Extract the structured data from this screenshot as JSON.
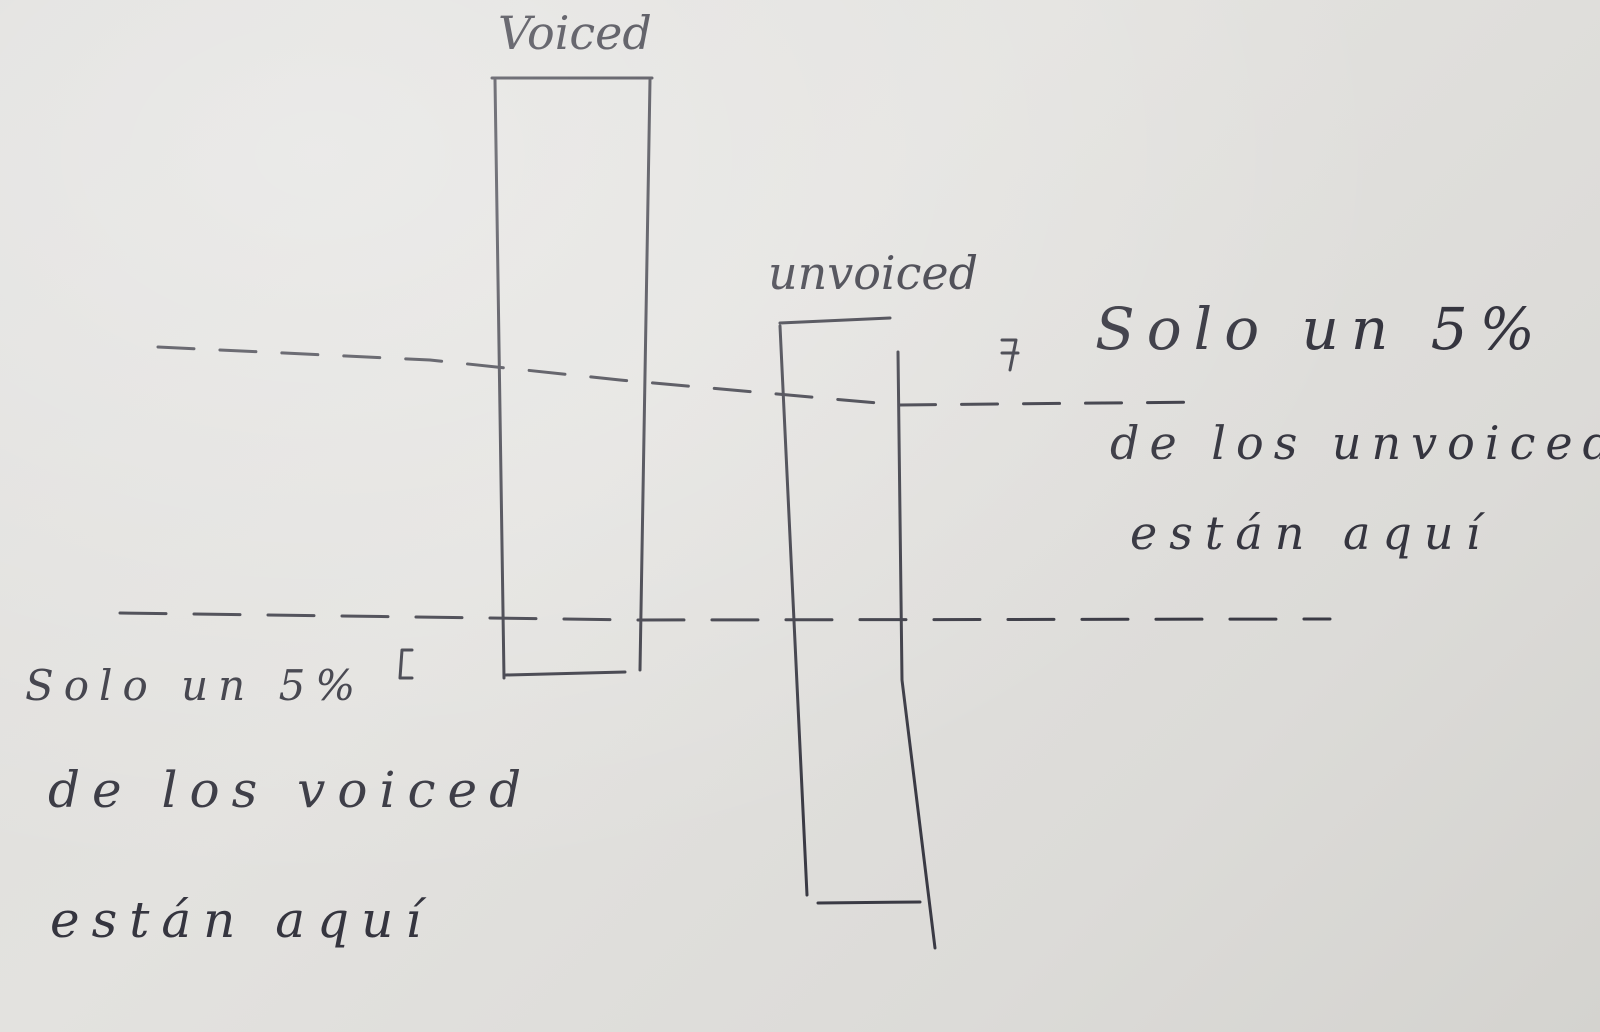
{
  "labels": {
    "voiced": "Voiced",
    "unvoiced": "unvoiced"
  },
  "notes": {
    "right": {
      "line1": "Solo un 5%",
      "line2": "de los unvoiced",
      "line3": "están aquí"
    },
    "left": {
      "line1": "Solo un 5%",
      "line2": "de los voiced",
      "line3": "están aquí"
    }
  },
  "colors": {
    "ink": "#3a3a44",
    "paper": "#e0dfdc"
  }
}
